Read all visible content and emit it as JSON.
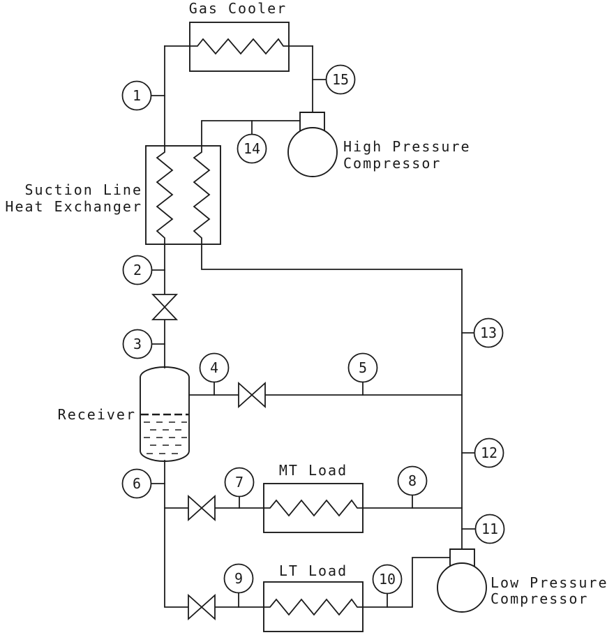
{
  "diagram_type": "refrigeration-cycle-process-flow-diagram",
  "colors": {
    "background": "#ffffff",
    "line": "#1b1b1b"
  },
  "components": {
    "gas_cooler": {
      "label": "Gas Cooler"
    },
    "hp_compressor": {
      "label_line1": "High Pressure",
      "label_line2": "Compressor"
    },
    "suction_line_hx": {
      "label_line1": "Suction Line",
      "label_line2": "Heat Exchanger"
    },
    "receiver": {
      "label": "Receiver"
    },
    "mt_load": {
      "label": "MT Load"
    },
    "lt_load": {
      "label": "LT Load"
    },
    "lp_compressor": {
      "label_line1": "Low Pressure",
      "label_line2": "Compressor"
    }
  },
  "state_points": [
    "1",
    "2",
    "3",
    "4",
    "5",
    "6",
    "7",
    "8",
    "9",
    "10",
    "11",
    "12",
    "13",
    "14",
    "15"
  ]
}
